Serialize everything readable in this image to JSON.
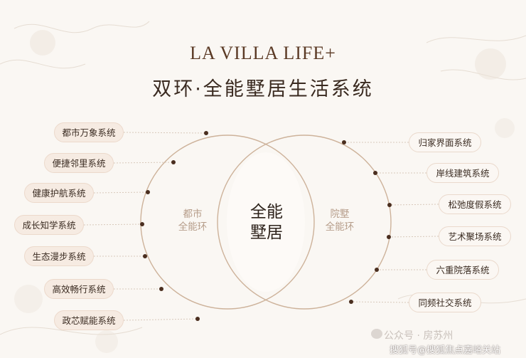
{
  "title_en": "LA VILLA LIFE+",
  "title_cn": "双环·全能墅居生活系统",
  "center": {
    "line1": "全能",
    "line2": "墅居"
  },
  "left_ring": {
    "line1": "都市",
    "line2": "全能环"
  },
  "right_ring": {
    "line1": "院墅",
    "line2": "全能环"
  },
  "left_items": [
    "都市万象系统",
    "便捷邻里系统",
    "健康护航系统",
    "成长知学系统",
    "生态漫步系统",
    "高效畅行系统",
    "政芯赋能系统"
  ],
  "right_items": [
    "归家界面系统",
    "岸线建筑系统",
    "松弛度假系统",
    "艺术聚场系统",
    "六重院落系统",
    "同频社交系统"
  ],
  "watermark": {
    "line1": "公众号 · 房苏州",
    "line2": "搜狐号@搜狐焦点嘉峪关站"
  },
  "colors": {
    "title": "#5b3a25",
    "pill_fill": "#f6ebe2",
    "ring": "#c8ab8f",
    "dot": "#4a2e1f",
    "leader": "#d6c6b8"
  }
}
